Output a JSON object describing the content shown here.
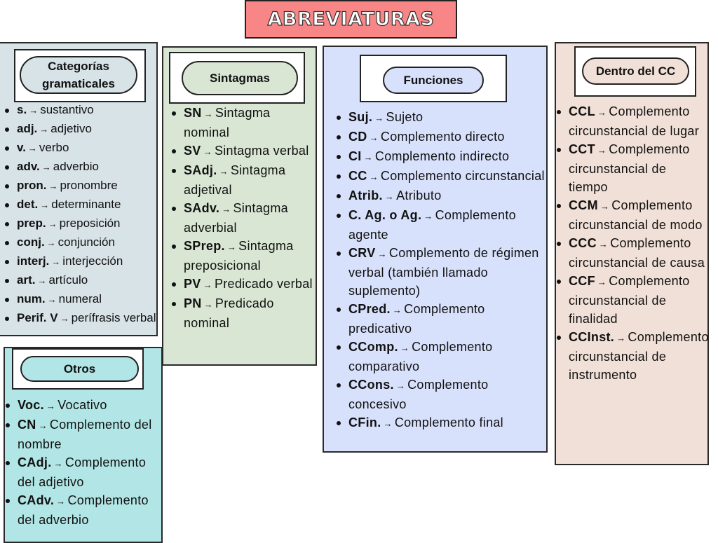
{
  "title": "ABREVIATURAS",
  "colors": {
    "title": "#f98686",
    "categorias": "#d8e3e8",
    "sintagmas": "#d9e6d4",
    "funciones": "#d8e1fc",
    "dentro_cc": "#f1e0d7",
    "otros": "#b2e5e5"
  },
  "arrow": "→",
  "categorias": {
    "heading": "Categorías gramaticales",
    "items": [
      {
        "abbr": "s.",
        "desc": "sustantivo"
      },
      {
        "abbr": "adj.",
        "desc": "adjetivo"
      },
      {
        "abbr": "v.",
        "desc": "verbo"
      },
      {
        "abbr": "adv.",
        "desc": "adverbio"
      },
      {
        "abbr": "pron.",
        "desc": "pronombre"
      },
      {
        "abbr": "det.",
        "desc": "determinante"
      },
      {
        "abbr": "prep.",
        "desc": "preposición"
      },
      {
        "abbr": "conj.",
        "desc": "conjunción"
      },
      {
        "abbr": "interj.",
        "desc": "interjección"
      },
      {
        "abbr": "art.",
        "desc": "artículo"
      },
      {
        "abbr": "num.",
        "desc": "numeral"
      },
      {
        "abbr": "Perif. V",
        "desc": "perífrasis verbal"
      }
    ]
  },
  "sintagmas": {
    "heading": "Sintagmas",
    "items": [
      {
        "abbr": "SN",
        "desc": "Sintagma nominal"
      },
      {
        "abbr": "SV",
        "desc": "Sintagma verbal"
      },
      {
        "abbr": "SAdj.",
        "desc": "Sintagma adjetival"
      },
      {
        "abbr": "SAdv.",
        "desc": "Sintagma adverbial"
      },
      {
        "abbr": "SPrep.",
        "desc": "Sintagma preposicional"
      },
      {
        "abbr": "PV",
        "desc": "Predicado verbal"
      },
      {
        "abbr": "PN",
        "desc": "Predicado nominal"
      }
    ]
  },
  "funciones": {
    "heading": "Funciones",
    "items": [
      {
        "abbr": "Suj.",
        "desc": "Sujeto"
      },
      {
        "abbr": "CD",
        "desc": "Complemento directo"
      },
      {
        "abbr": "CI",
        "desc": "Complemento indirecto"
      },
      {
        "abbr": "CC",
        "desc": "Complemento circunstancial"
      },
      {
        "abbr": "Atrib.",
        "desc": "Atributo"
      },
      {
        "abbr": "C. Ag. o Ag.",
        "desc": "Complemento agente"
      },
      {
        "abbr": "CRV",
        "desc": "Complemento de régimen verbal (también llamado suplemento)"
      },
      {
        "abbr": "CPred.",
        "desc": "Complemento predicativo"
      },
      {
        "abbr": "CComp.",
        "desc": "Complemento comparativo"
      },
      {
        "abbr": "CCons.",
        "desc": "Complemento concesivo"
      },
      {
        "abbr": "CFin.",
        "desc": "Complemento final"
      }
    ]
  },
  "dentro_cc": {
    "heading": "Dentro del CC",
    "items": [
      {
        "abbr": "CCL",
        "desc": "Complemento circunstancial de lugar"
      },
      {
        "abbr": "CCT",
        "desc": "Complemento circunstancial de tiempo"
      },
      {
        "abbr": "CCM",
        "desc": "Complemento circunstancial de modo"
      },
      {
        "abbr": "CCC",
        "desc": "Complemento circunstancial de causa"
      },
      {
        "abbr": "CCF",
        "desc": "Complemento circunstancial de finalidad"
      },
      {
        "abbr": "CCInst.",
        "desc": "Complemento circunstancial de instrumento"
      }
    ]
  },
  "otros": {
    "heading": "Otros",
    "items": [
      {
        "abbr": "Voc.",
        "desc": "Vocativo"
      },
      {
        "abbr": "CN",
        "desc": "Complemento del nombre"
      },
      {
        "abbr": "CAdj.",
        "desc": "Complemento del adjetivo"
      },
      {
        "abbr": "CAdv.",
        "desc": "Complemento del adverbio"
      }
    ]
  }
}
